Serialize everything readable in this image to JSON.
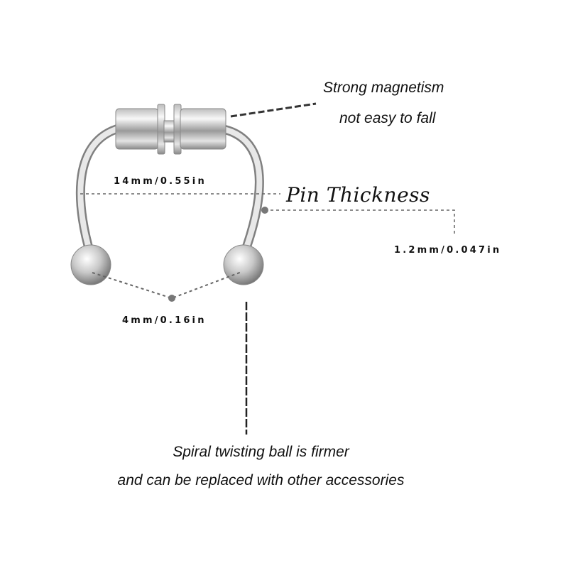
{
  "annotations": {
    "magnet_line1": "Strong magnetism",
    "magnet_line2": "not easy to fall",
    "width_dimension": "14mm/0.55in",
    "pin_thickness_title": "Pin Thickness",
    "pin_thickness_value": "1.2mm/0.047in",
    "ball_dimension": "4mm/0.16in",
    "ball_line1": "Spiral twisting ball is firmer",
    "ball_line2": "and can be replaced with other accessories"
  },
  "colors": {
    "metal_light": "#f2f2f2",
    "metal_dark": "#7a7a7a",
    "text": "#111111",
    "guide": "#777777"
  }
}
